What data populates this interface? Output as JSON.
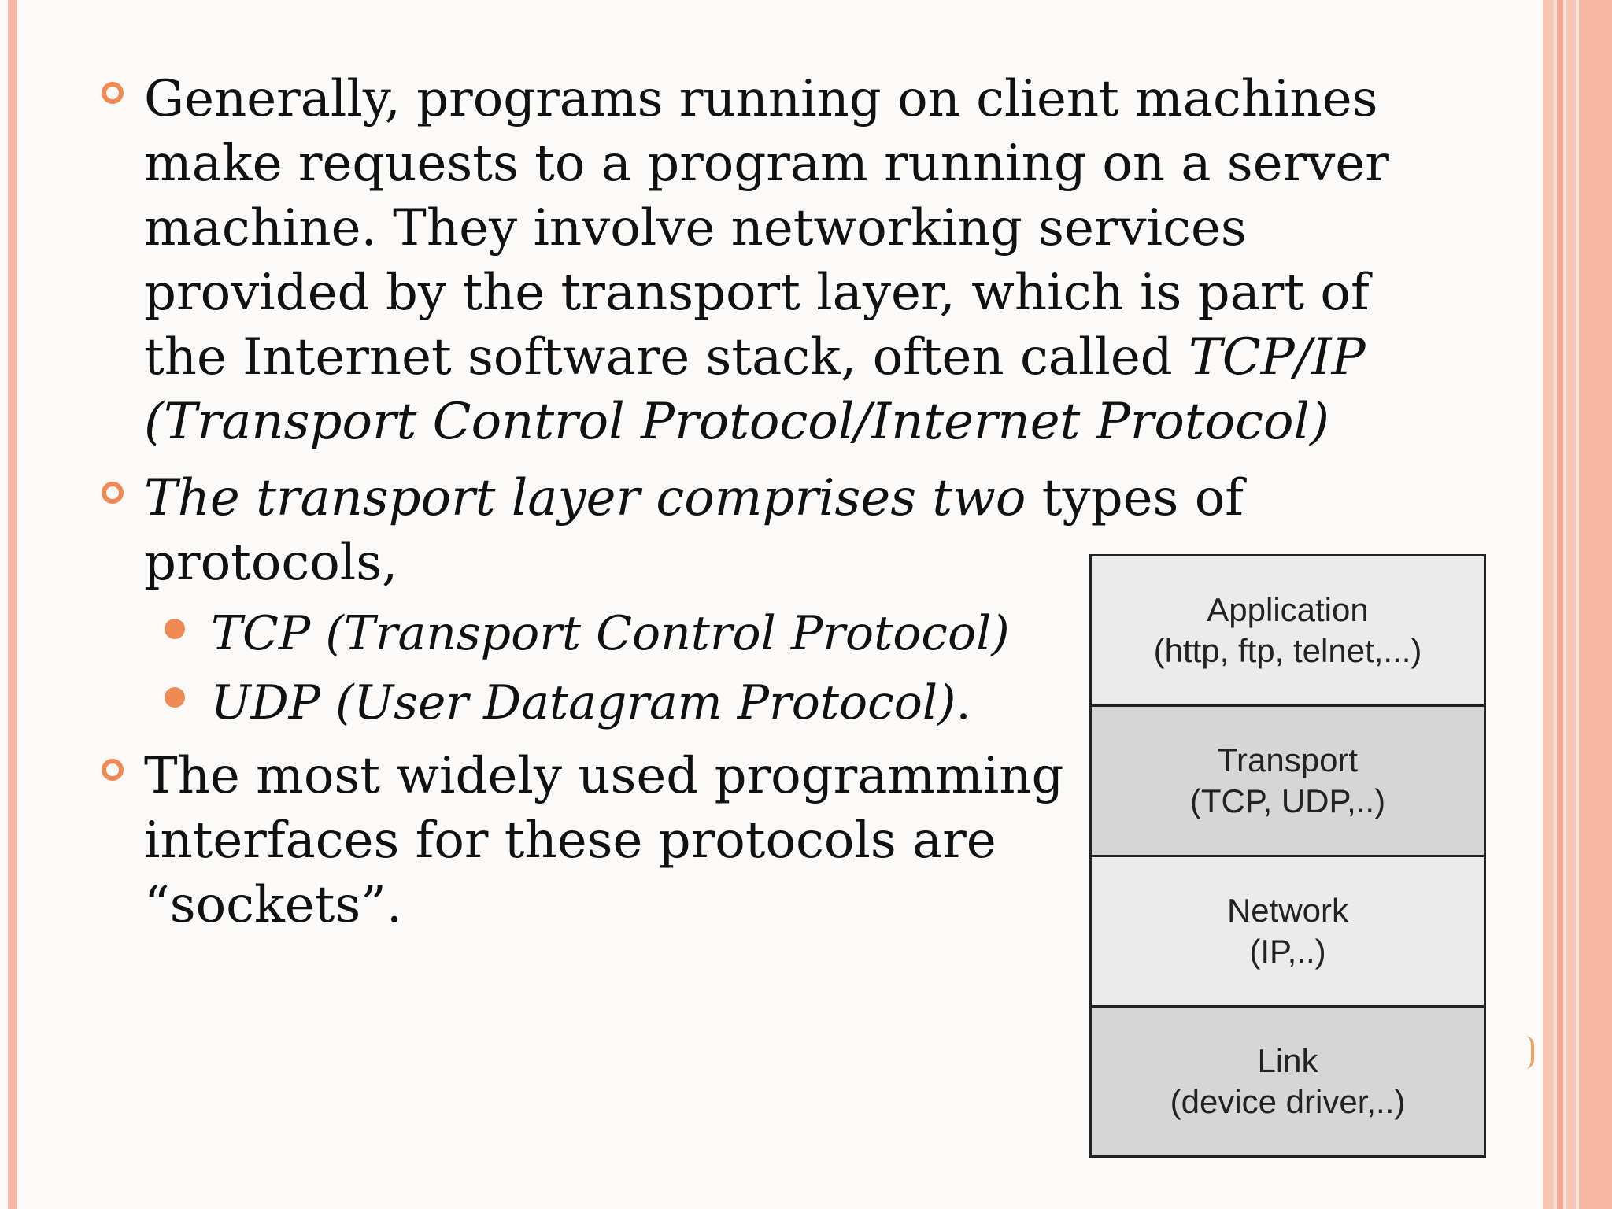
{
  "bullets": [
    {
      "lines": [
        [
          {
            "t": "Generally, programs running on client machines"
          }
        ],
        [
          {
            "t": "make requests to a program running on a server"
          }
        ],
        [
          {
            "t": "machine. They involve networking services"
          }
        ],
        [
          {
            "t": "provided by the transport layer, which is part of"
          }
        ],
        [
          {
            "t": "the Internet software stack, often called "
          },
          {
            "t": "TCP/IP",
            "i": true
          }
        ],
        [
          {
            "t": "(Transport Control Protocol/Internet Protocol)",
            "i": true
          }
        ]
      ]
    },
    {
      "lines": [
        [
          {
            "t": "The transport layer comprises two",
            "i": true
          },
          {
            "t": " types of"
          }
        ],
        [
          {
            "t": "protocols,"
          }
        ]
      ]
    },
    {
      "lines": [
        [
          {
            "t": "The most widely used programming"
          }
        ],
        [
          {
            "t": "interfaces for these protocols are"
          }
        ],
        [
          {
            "t": " “sockets”."
          }
        ]
      ]
    }
  ],
  "sub_bullets": [
    [
      {
        "t": "TCP (Transport Control Protocol)",
        "i": true
      }
    ],
    [
      {
        "t": "UDP (User Datagram Protocol)",
        "i": true
      },
      {
        "t": "."
      }
    ]
  ],
  "stack": {
    "layers": [
      {
        "name": "Application",
        "detail": "(http, ftp, telnet,...)",
        "shade": "light"
      },
      {
        "name": "Transport",
        "detail": "(TCP, UDP,..)",
        "shade": "dark"
      },
      {
        "name": "Network",
        "detail": "(IP,..)",
        "shade": "light"
      },
      {
        "name": "Link",
        "detail": "(device driver,..)",
        "shade": "dark"
      }
    ]
  },
  "colors": {
    "accent": "#f08a55",
    "border_band": "#f6b8a5"
  }
}
